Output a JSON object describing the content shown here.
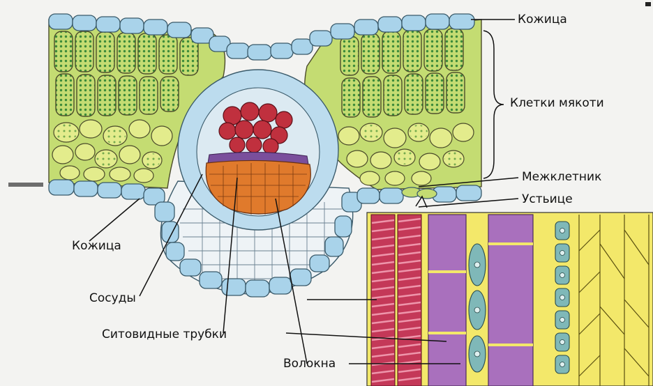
{
  "labels": {
    "epidermis_top": "Кожица",
    "mesophyll": "Клетки мякоти",
    "intercellular": "Межклетник",
    "stoma": "Устьице",
    "epidermis_bottom": "Кожица",
    "vessels": "Сосуды",
    "sieve_tubes": "Ситовидные трубки",
    "fibers": "Волокна"
  },
  "colors": {
    "epidermis": "#a9d3ea",
    "mesophyll_cell": "#c4dc72",
    "chloroplast": "#3d8a3a",
    "spongy_cell": "#e3ec8c",
    "xylem": "#c0303e",
    "phloem_purple": "#7a4f9c",
    "phloem_orange": "#e07a2c",
    "bundle_sheath": "#bcdcee",
    "vessel_red": "#c43858",
    "sieve_purple": "#a970bd",
    "fiber_yellow": "#f3e86a"
  }
}
